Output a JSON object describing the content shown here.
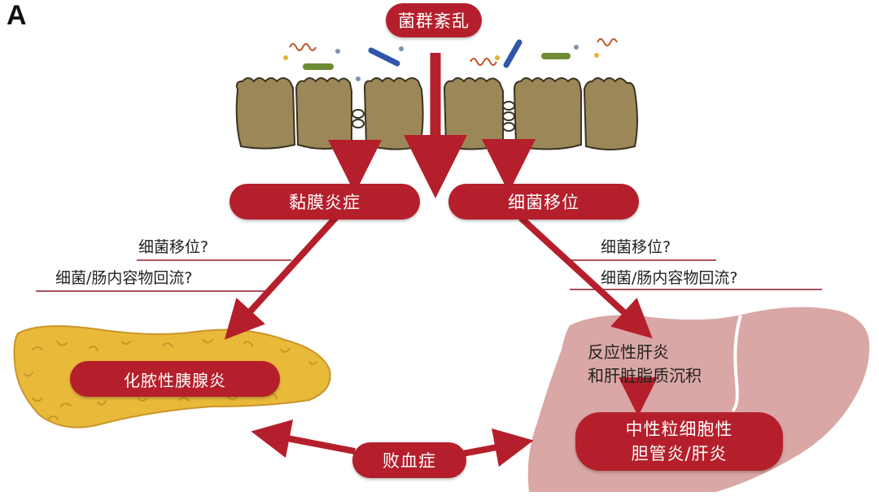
{
  "panel_label": "A",
  "top_label": "菌群紊乱",
  "left_mid_label": "黏膜炎症",
  "right_mid_label": "细菌移位",
  "left_questions": [
    "细菌移位?",
    "细菌/肠内容物回流?"
  ],
  "right_questions": [
    "细菌移位?",
    "细菌/肠内容物回流?"
  ],
  "pancreas_label": "化脓性胰腺炎",
  "liver_text_line1": "反应性肝炎",
  "liver_text_line2": "和肝脏脂质沉积",
  "liver_label_line1": "中性粒细胞性",
  "liver_label_line2": "胆管炎/肝炎",
  "sepsis_label": "败血症",
  "colors": {
    "accent_red": "#b51f2b",
    "epithelium": "#9c8758",
    "pancreas": "#e9b93a",
    "liver": "#d9a7a5",
    "bacteria_green": "#6d8a35",
    "bacteria_blue": "#2f56a8"
  }
}
